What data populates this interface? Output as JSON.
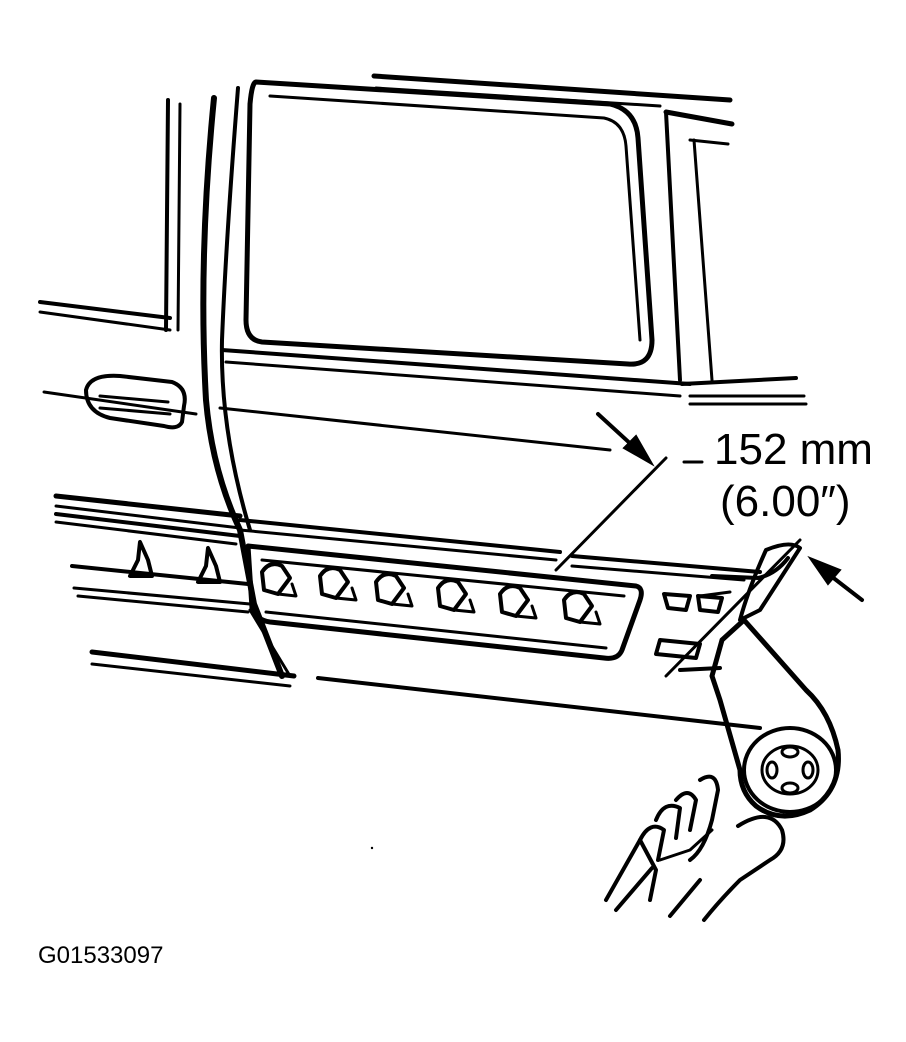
{
  "figure": {
    "dimension_metric": "152 mm",
    "dimension_imperial": "(6.00″)",
    "figure_id": "G01533097"
  },
  "colors": {
    "ink": "#000000",
    "paper": "#ffffff"
  },
  "icons": [
    "door-handle-icon",
    "heat-gun-icon",
    "hand-icon",
    "arrow-icon"
  ]
}
